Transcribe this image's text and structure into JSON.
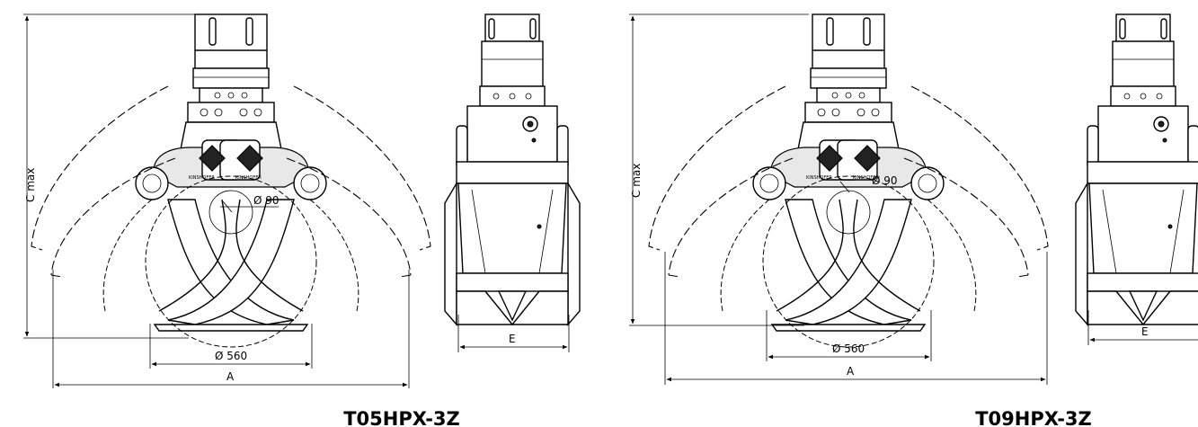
{
  "drawings": [
    {
      "caption": "T05HPX-3Z",
      "labels": {
        "c_max": "C max",
        "diameter_small": "Ø 90",
        "diameter_large": "Ø 560",
        "width_a": "A",
        "width_e": "E",
        "brand_left": "KINSHOFER",
        "brand_right": "KINSHOFER"
      }
    },
    {
      "caption": "T09HPX-3Z",
      "labels": {
        "c_max": "C max",
        "diameter_small": "Ø 90",
        "diameter_large": "Ø 560",
        "width_a": "A",
        "width_e": "E",
        "brand_left": "KINSHOFER",
        "brand_right": "KINSHOFER"
      }
    }
  ]
}
